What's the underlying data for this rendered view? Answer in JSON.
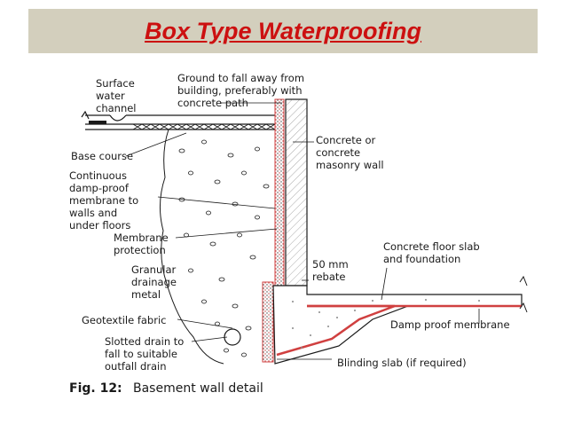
{
  "title": "Box Type Waterproofing",
  "labels": {
    "surface_water": [
      "Surface",
      "water",
      "channel"
    ],
    "ground_fall": [
      "Ground to fall away from",
      "building, preferably with",
      "concrete path"
    ],
    "base_course": "Base course",
    "dpm_walls": [
      "Continuous",
      "damp-proof",
      "membrane to",
      "walls and",
      "under floors"
    ],
    "concrete_wall": [
      "Concrete or",
      "concrete",
      "masonry wall"
    ],
    "membrane_protection": [
      "Membrane",
      "protection"
    ],
    "granular": [
      "Granular",
      "drainage",
      "metal"
    ],
    "rebate": [
      "50 mm",
      "rebate"
    ],
    "floor_slab": [
      "Concrete floor slab",
      "and foundation"
    ],
    "geotextile": "Geotextile fabric",
    "dpm": "Damp proof membrane",
    "slotted_drain": [
      "Slotted drain to",
      "fall to suitable",
      "outfall drain"
    ],
    "blinding": "Blinding slab (if required)"
  },
  "caption": {
    "prefix": "Fig. 12:",
    "text": "Basement wall detail"
  },
  "colors": {
    "title": "#cc1010",
    "band": "#d3cfbd",
    "membrane": "#d04040",
    "line": "#1a1a1a"
  }
}
